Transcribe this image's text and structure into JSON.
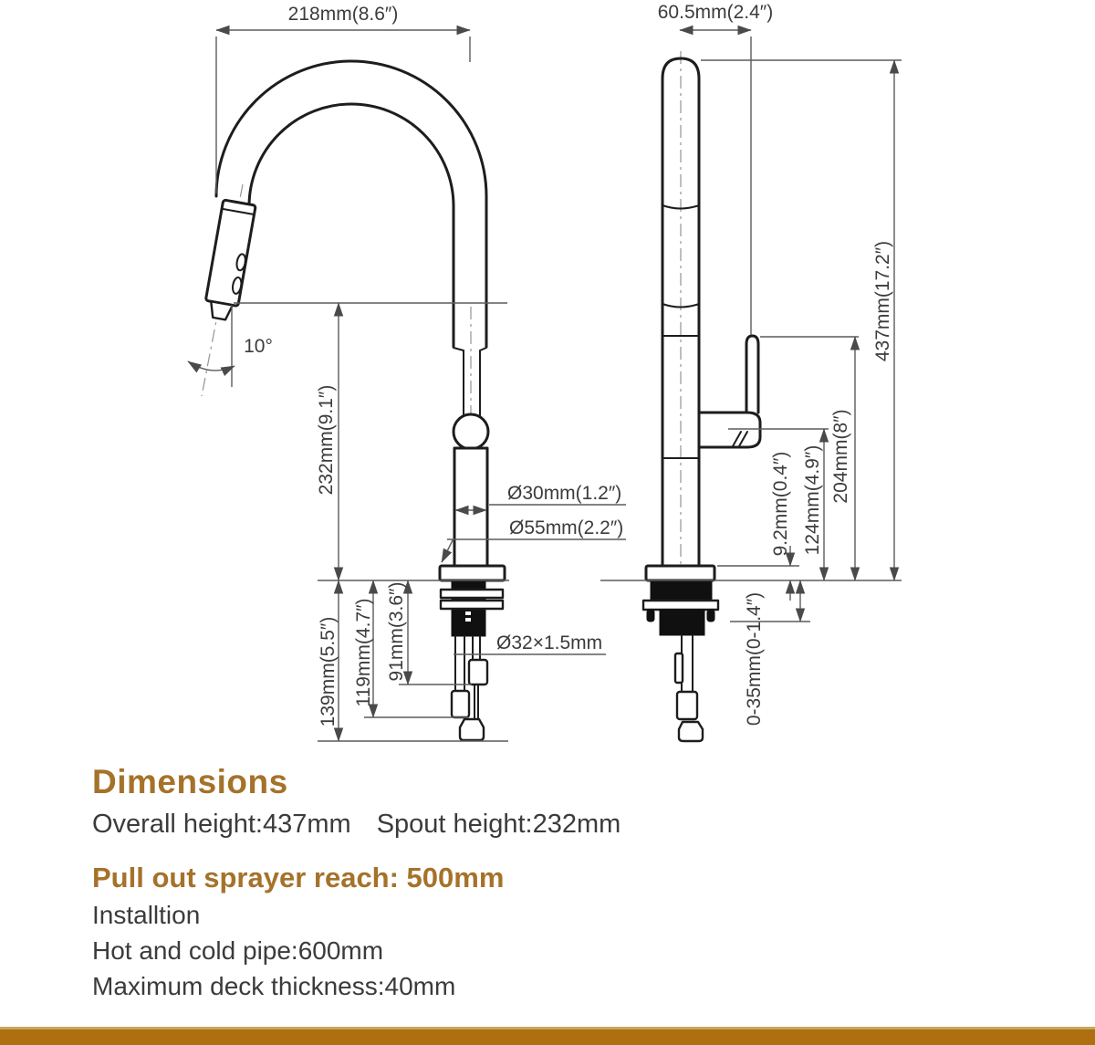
{
  "labels": {
    "width_218": "218mm(8.6″)",
    "offset_605": "60.5mm(2.4″)",
    "angle_10": "10°",
    "spout_232": "232mm(9.1″)",
    "dia_30": "Ø30mm(1.2″)",
    "dia_55": "Ø55mm(2.2″)",
    "thread_32": "Ø32×1.5mm",
    "h_139": "139mm(5.5″)",
    "h_119": "119mm(4.7″)",
    "h_91": "91mm(3.6″)",
    "h_437": "437mm(17.2″)",
    "h_204": "204mm(8″)",
    "h_124": "124mm(4.9″)",
    "h_92": "9.2mm(0.4″)",
    "deck_035": "0-35mm(0-1.4″)"
  },
  "info": {
    "heading": "Dimensions",
    "overall": "Overall height:437mm",
    "spout": "Spout height:232mm",
    "reach": "Pull out sprayer reach: 500mm",
    "install": "Installtion",
    "pipe": "Hot and cold pipe:600mm",
    "deck": "Maximum deck thickness:40mm"
  },
  "colors": {
    "accent": "#a5722a",
    "bar": "#ad6f10"
  }
}
